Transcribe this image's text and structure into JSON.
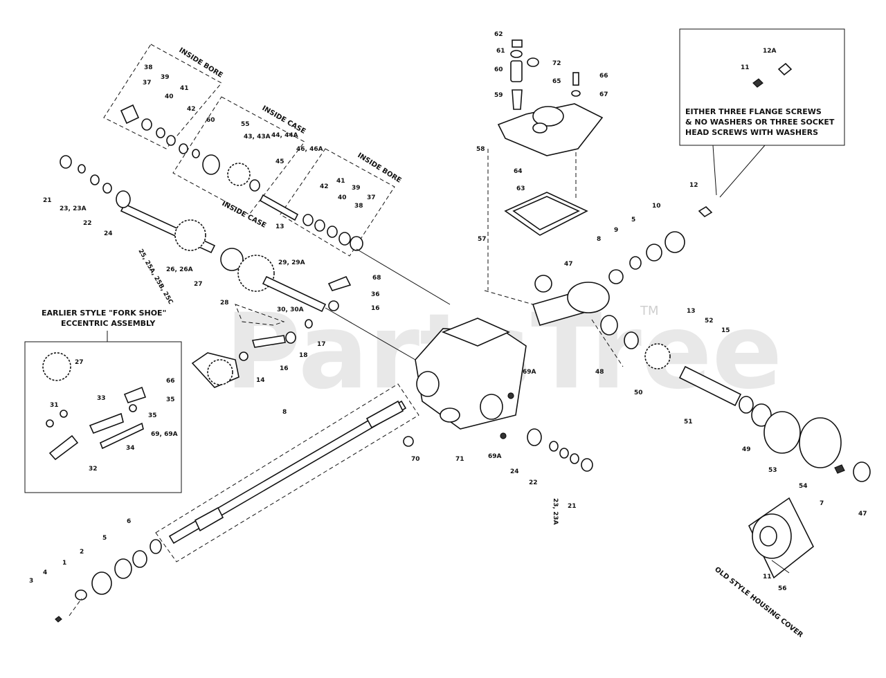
{
  "watermark": {
    "text": "PartsTree",
    "tm": "TM"
  },
  "notes": {
    "screws": [
      "EITHER THREE FLANGE SCREWS",
      "& NO WASHERS OR THREE SOCKET",
      "HEAD SCREWS WITH WASHERS"
    ],
    "fork_shoe_title": [
      "EARLIER STYLE \"FORK SHOE\"",
      "ECCENTRIC ASSEMBLY"
    ],
    "old_cover": "OLD STYLE HOUSING COVER",
    "inside_bore": "INSIDE BORE",
    "inside_case": "INSIDE CASE"
  },
  "labels": {
    "l62": "62",
    "l61": "61",
    "l72": "72",
    "l60": "60",
    "l65": "65",
    "l66": "66",
    "l59": "59",
    "l67": "67",
    "l58": "58",
    "l64": "64",
    "l63": "63",
    "l57": "57",
    "l12a": "12A",
    "l11a": "11",
    "l12": "12",
    "l10": "10",
    "l5a": "5",
    "l9": "9",
    "l8a": "8",
    "l47a": "47",
    "l13": "13",
    "l52": "52",
    "l15": "15",
    "l48": "48",
    "l50": "50",
    "l51": "51",
    "l49": "49",
    "l53": "53",
    "l54": "54",
    "l7": "7",
    "l47b": "47",
    "l11b": "11",
    "l56": "56",
    "l38a": "38",
    "l37a": "37",
    "l39a": "39",
    "l40a": "40",
    "l41a": "41",
    "l42a": "42",
    "l60b": "60",
    "l55": "55",
    "l43": "43, 43A",
    "l44": "44, 44A",
    "l45": "45",
    "l46": "46, 46A",
    "l42b": "42",
    "l41b": "41",
    "l40b": "40",
    "l39b": "39",
    "l38b": "38",
    "l37b": "37",
    "l13b": "13",
    "l21a": "21",
    "l23a": "23, 23A",
    "l22a": "22",
    "l24a": "24",
    "l25": "25, 25A, 25B, 25C",
    "l26": "26, 26A",
    "l27a": "27",
    "l28": "28",
    "l29": "29, 29A",
    "l30": "30, 30A",
    "l68": "68",
    "l36": "36",
    "l16a": "16",
    "l17": "17",
    "l18": "18",
    "l16b": "16",
    "l14": "14",
    "l69a": "69A",
    "l27b": "27",
    "l66b": "66",
    "l33": "33",
    "l35a": "35",
    "l35b": "35",
    "l31": "31",
    "l69b": "69, 69A",
    "l34": "34",
    "l32": "32",
    "l8b": "8",
    "l70": "70",
    "l71": "71",
    "l69c": "69A",
    "l24b": "24",
    "l22b": "22",
    "l23b": "23, 23A",
    "l21b": "21",
    "l6": "6",
    "l5b": "5",
    "l2": "2",
    "l1": "1",
    "l4": "4",
    "l3": "3"
  }
}
